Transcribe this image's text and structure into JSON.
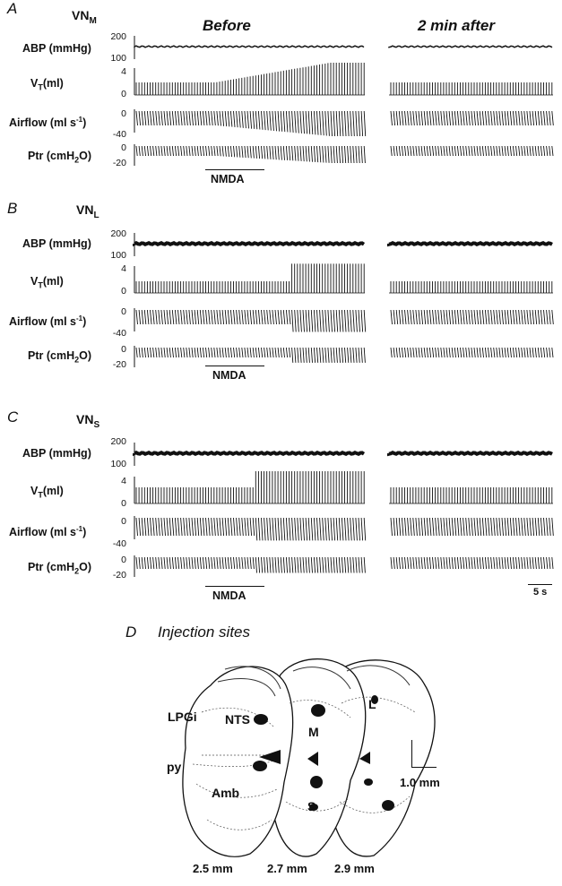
{
  "columns": {
    "before": "Before",
    "after": "2 min after"
  },
  "panels": [
    {
      "letter": "A",
      "vn_base": "VN",
      "vn_sub": "M"
    },
    {
      "letter": "B",
      "vn_base": "VN",
      "vn_sub": "L"
    },
    {
      "letter": "C",
      "vn_base": "VN",
      "vn_sub": "S"
    }
  ],
  "channels": {
    "abp": "ABP (mmHg)",
    "vt_base": "V",
    "vt_sub": "T",
    "vt_unit": "(ml)",
    "airflow_base": "Airflow (ml s",
    "airflow_sup": "-1",
    "airflow_end": ")",
    "ptr_base": "Ptr (cmH",
    "ptr_sub": "2",
    "ptr_end": "O)"
  },
  "ticks": {
    "abp": [
      "200",
      "100"
    ],
    "vt": [
      "4",
      "0"
    ],
    "airflow": [
      "0",
      "-40"
    ],
    "ptr": [
      "0",
      "-20"
    ]
  },
  "stimulus": "NMDA",
  "scale_bar": "5 s",
  "panel_d": {
    "letter": "D",
    "title": "Injection sites",
    "labels": {
      "lpgi": "LPGi",
      "nts": "NTS",
      "py": "py",
      "amb": "Amb",
      "m": "M",
      "s": "S",
      "l": "L"
    },
    "scale": "1.0 mm",
    "sections": [
      "2.5 mm",
      "2.7 mm",
      "2.9 mm"
    ]
  }
}
